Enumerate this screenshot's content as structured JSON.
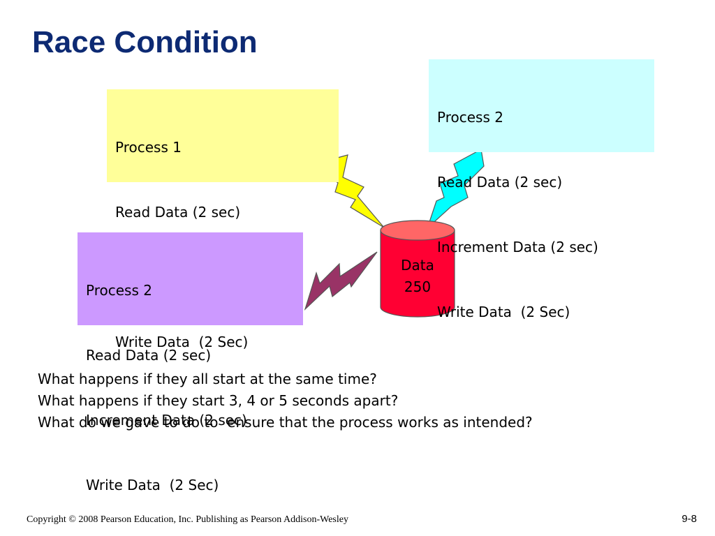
{
  "slide": {
    "title": "Race Condition",
    "footer_copyright": "Copyright © 2008 Pearson Education, Inc. Publishing as Pearson Addison-Wesley",
    "page_number": "9-8"
  },
  "diagram": {
    "process_boxes": [
      {
        "id": "p1",
        "lines": [
          "Process 1",
          "Read Data (2 sec)",
          "Increment Data  (2 sec)",
          "Write Data  (2 Sec)"
        ],
        "color": "#ffff99",
        "bolt_color": "#ffff00"
      },
      {
        "id": "p2a",
        "lines": [
          "Process 2",
          "Read Data (2 sec)",
          "Increment Data (2 sec)",
          "Write Data  (2 Sec)"
        ],
        "color": "#ccffff",
        "bolt_color": "#00ffff"
      },
      {
        "id": "p2b",
        "lines": [
          "Process 2",
          "Read Data (2 sec)",
          "Increment Data (2 sec)",
          "Write Data  (2 Sec)"
        ],
        "color": "#cc99ff",
        "bolt_color": "#993366"
      }
    ],
    "data_store": {
      "label": "Data",
      "value": "250",
      "color": "#ff0033"
    },
    "icons": [
      "lightning-bolt-icon",
      "database-cylinder-icon"
    ]
  },
  "questions": [
    "What happens if they all start at the same time?",
    "What happens if they start 3, 4 or 5 seconds apart?",
    "What do we gave to do to  ensure that the process works as intended?"
  ],
  "colors": {
    "title": "#0d2a73"
  }
}
